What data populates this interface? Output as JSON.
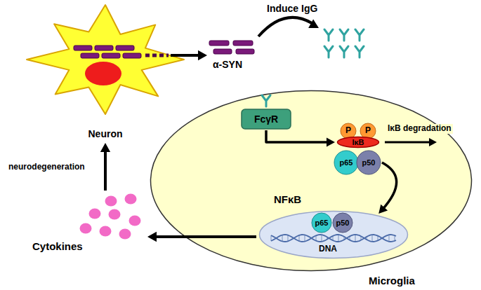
{
  "diagram": {
    "nodes": [
      {
        "text": [
          "Neuron"
        ]
      },
      {
        "text": [
          "Microglia"
        ]
      },
      {
        "text": [
          "FcγR"
        ],
        "in": 1
      },
      {
        "text": [
          "P"
        ],
        "in": 1
      },
      {
        "text": [
          "P"
        ],
        "in": 1
      },
      {
        "text": [
          "IκB"
        ],
        "in": 1
      },
      {
        "text": [
          "p65"
        ],
        "in": 1
      },
      {
        "text": [
          "p50"
        ],
        "in": 1
      },
      {
        "text": [
          "NFκB",
          "DNA"
        ],
        "in": 1
      },
      {
        "text": [
          "p65"
        ],
        "in": 8
      },
      {
        "text": [
          "p50"
        ],
        "in": 8
      }
    ],
    "edges": [
      {
        "from": 2,
        "to": 5,
        "arrow": "to"
      },
      {
        "from": 7,
        "to": 8,
        "arrow": "to"
      }
    ],
    "labels": [
      "α-SYN",
      "Induce IgG",
      "IκB degradation",
      "Cytokines",
      "neurodegeneration"
    ]
  }
}
